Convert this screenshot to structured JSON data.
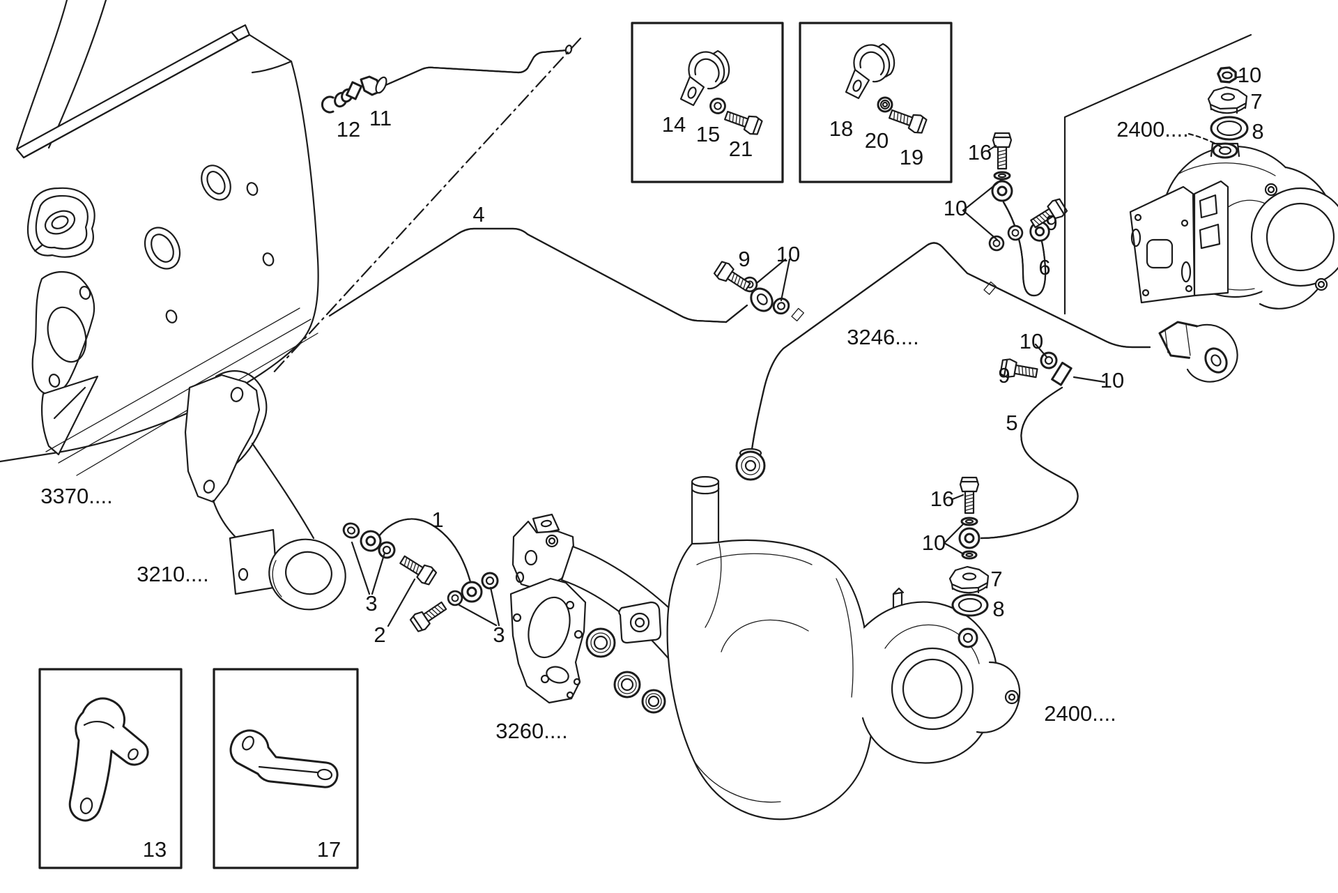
{
  "diagram": {
    "kind": "exploded-parts-line-drawing",
    "subject": "turbocharger lubrication pipes on engine",
    "background_color": "#ffffff",
    "line_color": "#1c1c1c"
  },
  "callouts": [
    {
      "text": "12",
      "kind": "part-number"
    },
    {
      "text": "11",
      "kind": "part-number"
    },
    {
      "text": "4",
      "kind": "part-number"
    },
    {
      "text": "14",
      "kind": "part-number"
    },
    {
      "text": "15",
      "kind": "part-number"
    },
    {
      "text": "21",
      "kind": "part-number"
    },
    {
      "text": "18",
      "kind": "part-number"
    },
    {
      "text": "20",
      "kind": "part-number"
    },
    {
      "text": "19",
      "kind": "part-number"
    },
    {
      "text": "16",
      "kind": "part-number"
    },
    {
      "text": "10",
      "kind": "part-number"
    },
    {
      "text": "9",
      "kind": "part-number"
    },
    {
      "text": "6",
      "kind": "part-number"
    },
    {
      "text": "10",
      "kind": "part-number"
    },
    {
      "text": "7",
      "kind": "part-number"
    },
    {
      "text": "8",
      "kind": "part-number"
    },
    {
      "text": "2400....",
      "kind": "assembly-code"
    },
    {
      "text": "3246....",
      "kind": "assembly-code"
    },
    {
      "text": "9",
      "kind": "part-number"
    },
    {
      "text": "10",
      "kind": "part-number"
    },
    {
      "text": "10",
      "kind": "part-number"
    },
    {
      "text": "9",
      "kind": "part-number"
    },
    {
      "text": "10",
      "kind": "part-number"
    },
    {
      "text": "5",
      "kind": "part-number"
    },
    {
      "text": "16",
      "kind": "part-number"
    },
    {
      "text": "10",
      "kind": "part-number"
    },
    {
      "text": "7",
      "kind": "part-number"
    },
    {
      "text": "8",
      "kind": "part-number"
    },
    {
      "text": "3370....",
      "kind": "assembly-code"
    },
    {
      "text": "3210....",
      "kind": "assembly-code"
    },
    {
      "text": "1",
      "kind": "part-number"
    },
    {
      "text": "3",
      "kind": "part-number"
    },
    {
      "text": "2",
      "kind": "part-number"
    },
    {
      "text": "3",
      "kind": "part-number"
    },
    {
      "text": "3260....",
      "kind": "assembly-code"
    },
    {
      "text": "2400....",
      "kind": "assembly-code"
    },
    {
      "text": "13",
      "kind": "part-number"
    },
    {
      "text": "17",
      "kind": "part-number"
    }
  ]
}
